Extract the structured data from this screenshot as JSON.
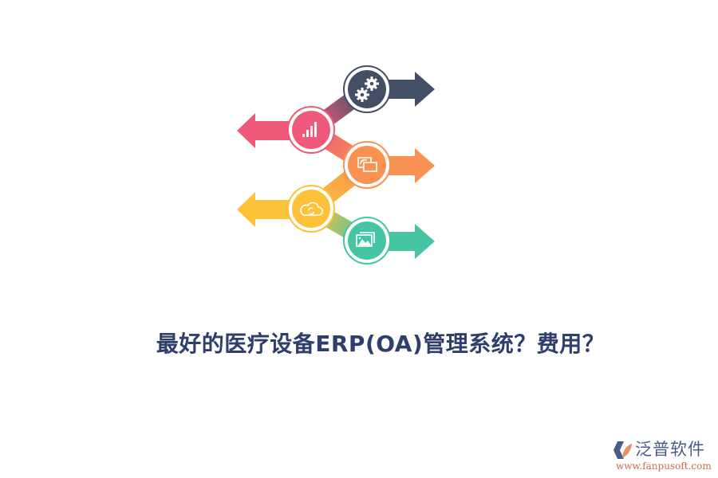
{
  "infographic": {
    "colors": {
      "step1": "#424f66",
      "step2": "#ef5a7b",
      "step3": "#f99150",
      "step4": "#fdc13a",
      "step5": "#46c5a5"
    },
    "steps": [
      {
        "icon": "gears-icon",
        "direction": "right",
        "color": "#424f66"
      },
      {
        "icon": "bar-chart-icon",
        "direction": "left",
        "color": "#ef5a7b"
      },
      {
        "icon": "cast-screen-icon",
        "direction": "right",
        "color": "#f99150"
      },
      {
        "icon": "cloud-sync-icon",
        "direction": "left",
        "color": "#fdc13a"
      },
      {
        "icon": "images-icon",
        "direction": "right",
        "color": "#46c5a5"
      }
    ]
  },
  "title": "最好的医疗设备ERP(OA)管理系统？费用？",
  "logo": {
    "name": "泛普软件",
    "url": "www.fanpusoft.com"
  }
}
